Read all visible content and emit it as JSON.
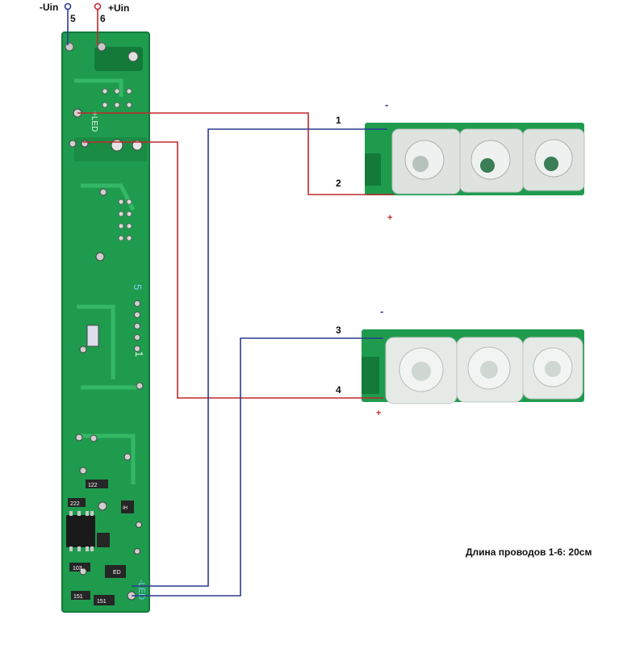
{
  "power": {
    "neg_label": "-Uin",
    "neg_pin": "5",
    "pos_label": "+Uin",
    "pos_pin": "6"
  },
  "led_modules": [
    {
      "neg_pin": "1",
      "pos_pin": "2",
      "neg_sign": "-",
      "pos_sign": "+"
    },
    {
      "neg_pin": "3",
      "pos_pin": "4",
      "neg_sign": "-",
      "pos_sign": "+"
    }
  ],
  "pcb": {
    "led_plus_label": "+LED",
    "led_minus_label": "-LED",
    "silk_num_5": "5",
    "silk_num_1": "1",
    "ic_labels": [
      "122",
      "222",
      "103",
      "151",
      "151",
      "IH",
      "ED"
    ]
  },
  "note": "Длина проводов 1-6: 20см",
  "colors": {
    "pcb_green": "#1f9b4e",
    "pcb_dark": "#137a3a",
    "wire_red": "#c0282d",
    "wire_blue": "#2b3a8f",
    "lens": "#e8ece9"
  }
}
